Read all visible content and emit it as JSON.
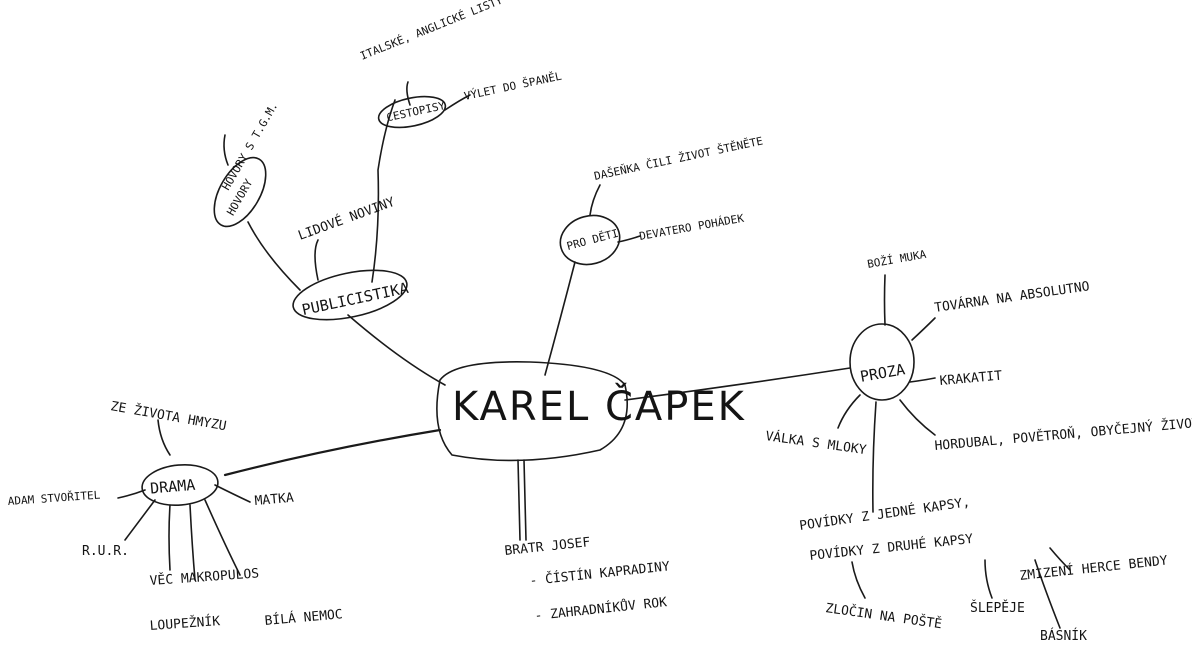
{
  "central": {
    "label": "KAREL ČAPEK"
  },
  "nodes": {
    "publicistika": {
      "label": "PUBLICISTIKA",
      "leaves": {
        "lidove_noviny": "LIDOVÉ NOVINY"
      },
      "cestopisy": {
        "label": "CESTOPISY",
        "leaves": {
          "italske_anglicke": "ITALSKÉ, ANGLICKÉ LISTY",
          "vylet": "VÝLET DO ŠPANĚL"
        }
      },
      "rozhovory": {
        "label": "HOVORY",
        "leaves": {
          "tgm": "HOVORY S T.G.M."
        }
      }
    },
    "pro_deti": {
      "label": "PRO DĚTI",
      "leaves": {
        "dasenka": "DAŠEŇKA ČILI ŽIVOT ŠTĚNĚTE",
        "devatero": "DEVATERO POHÁDEK"
      }
    },
    "proza": {
      "label": "PROZA",
      "leaves": {
        "bozi_muka": "BOŽÍ MUKA",
        "tovarna": "TOVÁRNA NA ABSOLUTNO",
        "krakatit": "KRAKATIT",
        "hordubal": "HORDUBAL, POVĚTROŇ, OBYČEJNÝ ŽIVOT",
        "valka": "VÁLKA S MLOKY",
        "povidky1": "POVÍDKY Z JEDNÉ KAPSY,",
        "povidky2": "POVÍDKY Z DRUHÉ KAPSY",
        "zlocin": "ZLOČIN NA POŠTĚ",
        "slepec": "ŠLEPĚJE",
        "basnik": "BÁSNÍK",
        "zmizeni": "ZMIZENÍ HERCE BENDY"
      }
    },
    "drama": {
      "label": "DRAMA",
      "leaves": {
        "ze_zivota": "ZE ŽIVOTA HMYZU",
        "adam": "ADAM STVOŘITEL",
        "rur": "R.U.R.",
        "vec": "VĚC MAKROPULOS",
        "loupeznik": "LOUPEŽNÍK",
        "bila": "BÍLÁ NEMOC",
        "matka": "MATKA"
      }
    },
    "bratr": {
      "label": "BRATR JOSEF",
      "leaves": {
        "krakonos": "- ČÍSTÍN KAPRADINY",
        "zahradnik": "- ZAHRADNÍKŮV ROK"
      }
    }
  }
}
